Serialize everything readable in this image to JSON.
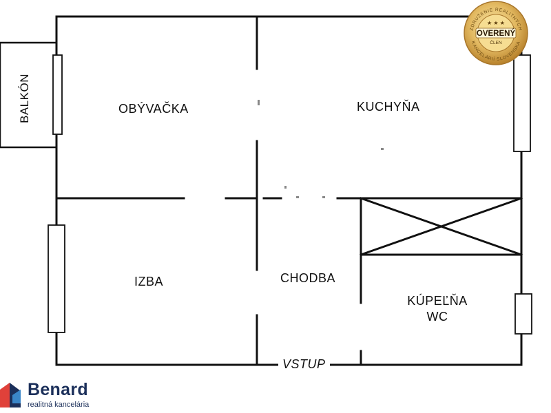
{
  "rooms": {
    "obyvacka": "OBÝVAČKA",
    "kuchyna": "KUCHYŇA",
    "izba": "IZBA",
    "chodba": "CHODBA",
    "kupelna": "KÚPEĽŇA",
    "wc": "WC",
    "balkon": "BALKÓN"
  },
  "entrance": "VSTUP",
  "seal": {
    "main": "OVERENÝ",
    "sub": "ČLEN",
    "ring_top": "ZDRUŽENIE REALITNÝCH",
    "ring_bottom": "KANCELÁRIÍ SLOVENSKA",
    "colors": {
      "gold_light": "#f3d98a",
      "gold_dark": "#c08a2e"
    }
  },
  "brand": {
    "name": "Benard",
    "tagline": "realitná kancelária",
    "colors": {
      "primary": "#1b2f5a",
      "accent_red": "#e0413a",
      "accent_blue": "#3a86c8"
    }
  },
  "colors": {
    "wall": "#111111",
    "background": "#ffffff"
  }
}
